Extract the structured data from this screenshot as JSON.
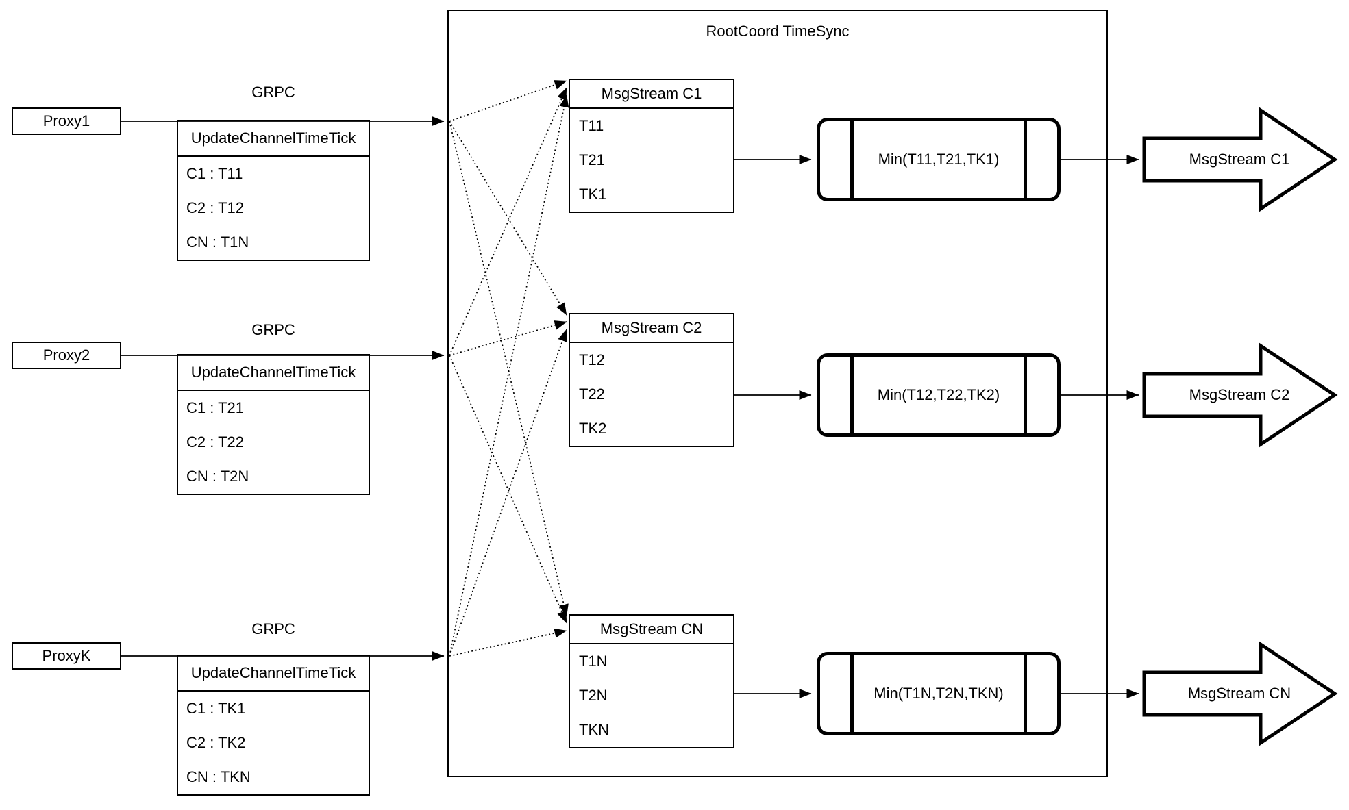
{
  "title": "RootCoord TimeSync",
  "colors": {
    "line": "#000000",
    "background": "#ffffff"
  },
  "rows": [
    {
      "proxy": "Proxy1",
      "grpc": "GRPC",
      "tick": {
        "header": "UpdateChannelTimeTick",
        "entries": [
          "C1 : T11",
          "C2 : T12",
          "CN : T1N"
        ]
      },
      "stream": {
        "header": "MsgStream C1",
        "entries": [
          "T11",
          "T21",
          "TK1"
        ]
      },
      "min": "Min(T11,T21,TK1)",
      "output": "MsgStream C1"
    },
    {
      "proxy": "Proxy2",
      "grpc": "GRPC",
      "tick": {
        "header": "UpdateChannelTimeTick",
        "entries": [
          "C1 : T21",
          "C2 : T22",
          "CN : T2N"
        ]
      },
      "stream": {
        "header": "MsgStream C2",
        "entries": [
          "T12",
          "T22",
          "TK2"
        ]
      },
      "min": "Min(T12,T22,TK2)",
      "output": "MsgStream C2"
    },
    {
      "proxy": "ProxyK",
      "grpc": "GRPC",
      "tick": {
        "header": "UpdateChannelTimeTick",
        "entries": [
          "C1 : TK1",
          "C2 : TK2",
          "CN : TKN"
        ]
      },
      "stream": {
        "header": "MsgStream CN",
        "entries": [
          "T1N",
          "T2N",
          "TKN"
        ]
      },
      "min": "Min(T1N,T2N,TKN)",
      "output": "MsgStream CN"
    }
  ]
}
